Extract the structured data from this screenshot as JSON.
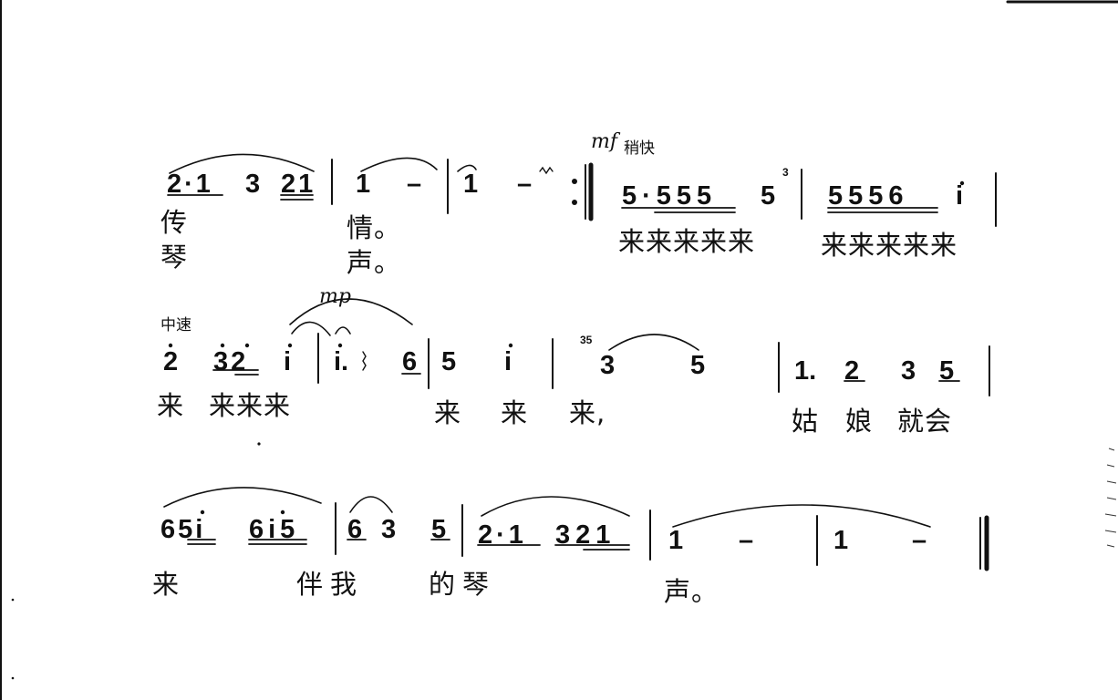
{
  "score": {
    "row1": {
      "dynamic": "mf",
      "tempo": "稍快",
      "notes": [
        "2·1",
        "3",
        "21",
        "1",
        "–",
        "1",
        "–",
        "5·555",
        "5",
        "5556",
        "i"
      ],
      "grace": "3",
      "lyrics": {
        "line1": [
          "传",
          "情。"
        ],
        "line2": [
          "琴",
          "声。"
        ],
        "main": [
          "来来来来来",
          "来来来来来"
        ]
      }
    },
    "row2": {
      "tempo": "中速",
      "dynamic": "mp",
      "notes": [
        "2",
        "32",
        "i",
        "i.",
        "6",
        "5",
        "i",
        "3",
        "5",
        "1.",
        "2",
        "3",
        "5"
      ],
      "grace": "35",
      "lyrics": [
        "来",
        "来来来",
        "来",
        "来",
        "来,",
        "姑",
        "娘",
        "就会"
      ]
    },
    "row3": {
      "notes": [
        "65i",
        "6i5",
        "6",
        "3",
        "5",
        "2·1",
        "321",
        "1",
        "–",
        "1",
        "–"
      ],
      "lyrics": [
        "来",
        "伴我",
        "的琴",
        "声。"
      ]
    }
  }
}
